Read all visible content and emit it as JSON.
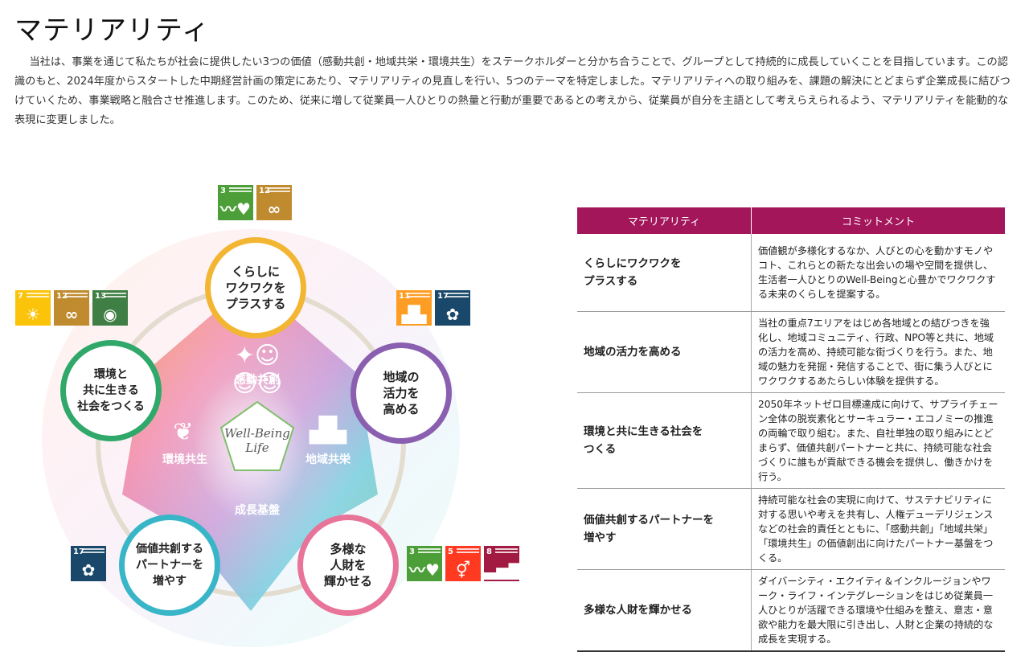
{
  "page": {
    "title": "マテリアリティ",
    "intro": [
      "当社は、事業を通じて私たちが社会に提供したい3つの価値（感動共創・地域共栄・環境共生）をステークホルダーと分かち合うことで、グループとして持続的に成長していくことを目指しています。この認識のもと、2024年度からスタートした中期経営計画の策定にあたり、マテリアリティの見直しを行い、5つのテーマを特定しました。マテリアリティへの取り組みを、課題の解決にとどまらず企業成長に結びつけていくため、事業戦略と融合させ推進します。このため、従来に増して従業員一人ひとりの熱量と行動が重要であるとの考えから、従業員が自分を主語として考えらえられるよう、マテリアリティを能動的な表現に変更しました。"
    ]
  },
  "diagram": {
    "center": {
      "line1": "Well-Being",
      "line2": "Life"
    },
    "values": [
      {
        "label": "感動共創",
        "icon": "people-cheer-icon"
      },
      {
        "label": "環境共生",
        "icon": "sprout-hands-icon"
      },
      {
        "label": "地域共栄",
        "icon": "buildings-icon"
      },
      {
        "label": "成長基盤",
        "icon": ""
      }
    ],
    "circles": [
      {
        "label": "くらしに\nワクワクを\nプラスする",
        "color": "#f2b632"
      },
      {
        "label": "地域の\n活力を\n高める",
        "color": "#8a5fb0"
      },
      {
        "label": "多様な\n人財を\n輝かせる",
        "color": "#e8749a"
      },
      {
        "label": "価値共創する\nパートナーを\n増やす",
        "color": "#38b6c8"
      },
      {
        "label": "環境と\n共に生きる\n社会をつくる",
        "color": "#2fa86a"
      }
    ],
    "sdg_icons": {
      "top": [
        {
          "num": "3",
          "color": "#4c9f38",
          "glyph": "〰♥"
        },
        {
          "num": "12",
          "color": "#bf8b2e",
          "glyph": "∞"
        }
      ],
      "left": [
        {
          "num": "7",
          "color": "#fcc30b",
          "glyph": "☀"
        },
        {
          "num": "12",
          "color": "#bf8b2e",
          "glyph": "∞"
        },
        {
          "num": "13",
          "color": "#3f7e44",
          "glyph": "◉"
        }
      ],
      "right": [
        {
          "num": "11",
          "color": "#fd9d24",
          "glyph": "▟▙"
        },
        {
          "num": "17",
          "color": "#19486a",
          "glyph": "✿"
        }
      ],
      "bottom_left": [
        {
          "num": "17",
          "color": "#19486a",
          "glyph": "✿"
        }
      ],
      "bottom_right": [
        {
          "num": "3",
          "color": "#4c9f38",
          "glyph": "〰♥"
        },
        {
          "num": "5",
          "color": "#ff3a21",
          "glyph": "⚥"
        },
        {
          "num": "8",
          "color": "#a21942",
          "glyph": "▃▅▇"
        }
      ]
    }
  },
  "table": {
    "headers": [
      "マテリアリティ",
      "コミットメント"
    ],
    "header_color": "#a3165a",
    "rows": [
      {
        "materiality": "くらしにワクワクを\nプラスする",
        "commitment": "価値観が多様化するなか、人びとの心を動かすモノやコト、これらとの新たな出会いの場や空間を提供し、生活者一人ひとりのWell-Beingと心豊かでワクワクする未来のくらしを提案する。"
      },
      {
        "materiality": "地域の活力を高める",
        "commitment": "当社の重点7エリアをはじめ各地域との結びつきを強化し、地域コミュニティ、行政、NPO等と共に、地域の活力を高め、持続可能な街づくりを行う。また、地域の魅力を発掘・発信することで、街に集う人びとにワクワクするあたらしい体験を提供する。"
      },
      {
        "materiality": "環境と共に生きる社会を\nつくる",
        "commitment": "2050年ネットゼロ目標達成に向けて、サプライチェーン全体の脱炭素化とサーキュラー・エコノミーの推進の両輪で取り組む。また、自社単独の取り組みにとどまらず、価値共創パートナーと共に、持続可能な社会づくりに誰もが貢献できる機会を提供し、働きかけを行う。"
      },
      {
        "materiality": "価値共創するパートナーを\n増やす",
        "commitment": "持続可能な社会の実現に向けて、サステナビリティに対する思いや考えを共有し、人権デューデリジェンスなどの社会的責任とともに、「感動共創」「地域共栄」「環境共生」の価値創出に向けたパートナー基盤をつくる。"
      },
      {
        "materiality": "多様な人財を輝かせる",
        "commitment": "ダイバーシティ・エクイティ＆インクルージョンやワーク・ライフ・インテグレーションをはじめ従業員一人ひとりが活躍できる環境や仕組みを整え、意志・意欲や能力を最大限に引き出し、人財と企業の持続的な成長を実現する。"
      }
    ]
  }
}
